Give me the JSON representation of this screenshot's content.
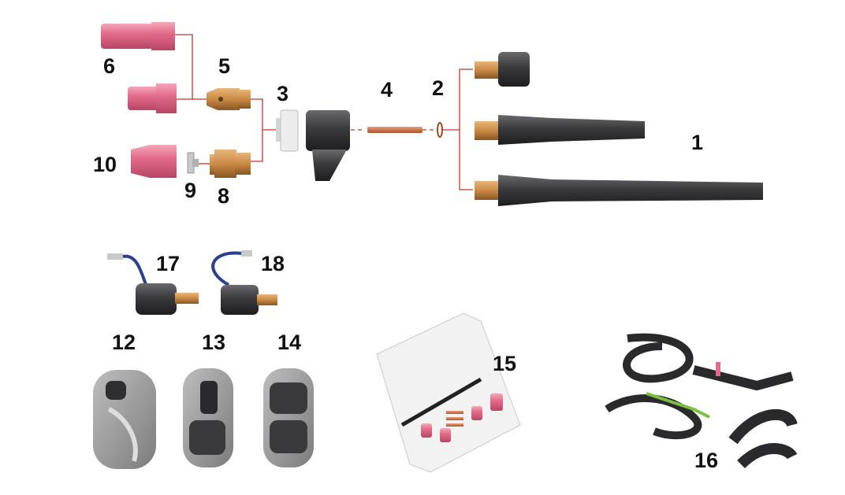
{
  "callouts": {
    "n1": "1",
    "n2": "2",
    "n3": "3",
    "n4": "4",
    "n5": "5",
    "n6": "6",
    "n8": "8",
    "n9": "9",
    "n10": "10",
    "n12": "12",
    "n13": "13",
    "n14": "14",
    "n15": "15",
    "n16": "16",
    "n17": "17",
    "n18": "18"
  },
  "colors": {
    "nozzle_pink": "#e36b8a",
    "brass": "#c98a45",
    "torch_body": "#3a3a3c",
    "leader_line": "#c0392b",
    "cable_blue": "#2b3f8f",
    "cable_green": "#7bc043"
  }
}
